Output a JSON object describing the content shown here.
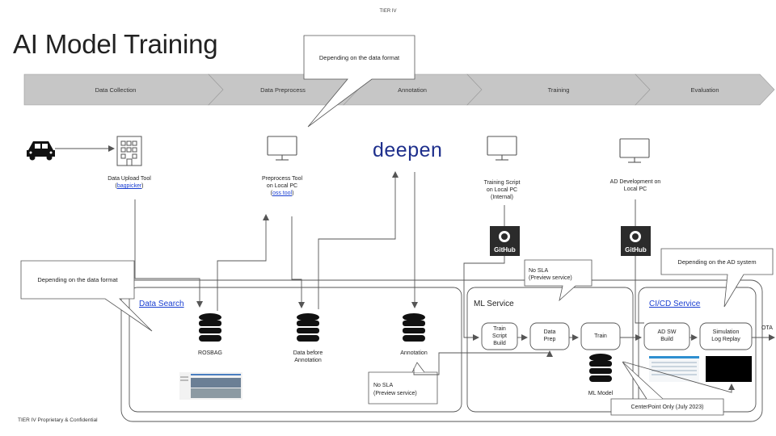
{
  "header_tag": "TIER IV",
  "title": "AI Model Training",
  "footer": "TIER IV Proprietary & Confidential",
  "stages": [
    "Data Collection",
    "Data Preprocess",
    "Annotation",
    "Training",
    "Evaluation"
  ],
  "callouts": {
    "top": "Depending on the data format",
    "left": "Depending on the data format",
    "right": "Depending on the AD system",
    "no_sla_ml_1": "No SLA",
    "no_sla_ml_2": "(Preview service)",
    "no_sla_ann_1": "No SLA",
    "no_sla_ann_2": "(Preview service)",
    "centerpoint": "CenterPoint Only (July 2023)"
  },
  "tools": {
    "upload_1": "Data Upload Tool",
    "upload_link": "bagpicker",
    "preprocess_1": "Preprocess Tool",
    "preprocess_2": "on Local PC",
    "preprocess_link": "oss tool",
    "deepen": "deepen",
    "training_1": "Training Script",
    "training_2": "on Local PC",
    "training_3": "(Internal)",
    "ad_dev_1": "AD Development on",
    "ad_dev_2": "Local PC",
    "github": "GitHub"
  },
  "services": {
    "data_search": "Data Search",
    "ml_service": "ML Service",
    "cicd": "CI/CD Service",
    "ota": "OTA"
  },
  "databases": {
    "rosbag": "ROSBAG",
    "before_1": "Data before",
    "before_2": "Annotation",
    "annotation": "Annotation",
    "ml_model": "ML Model"
  },
  "boxes": {
    "train_script_1": "Train",
    "train_script_2": "Script",
    "train_script_3": "Build",
    "data_prep_1": "Data",
    "data_prep_2": "Prep",
    "train": "Train",
    "ad_sw_1": "AD SW",
    "ad_sw_2": "Build",
    "sim_1": "Simulation",
    "sim_2": "Log Replay"
  },
  "colors": {
    "stage_fill": "#c6c6c6",
    "link": "#1a3fd1",
    "deepen": "#1e2f8c",
    "github_bg": "#2b2b2b"
  }
}
